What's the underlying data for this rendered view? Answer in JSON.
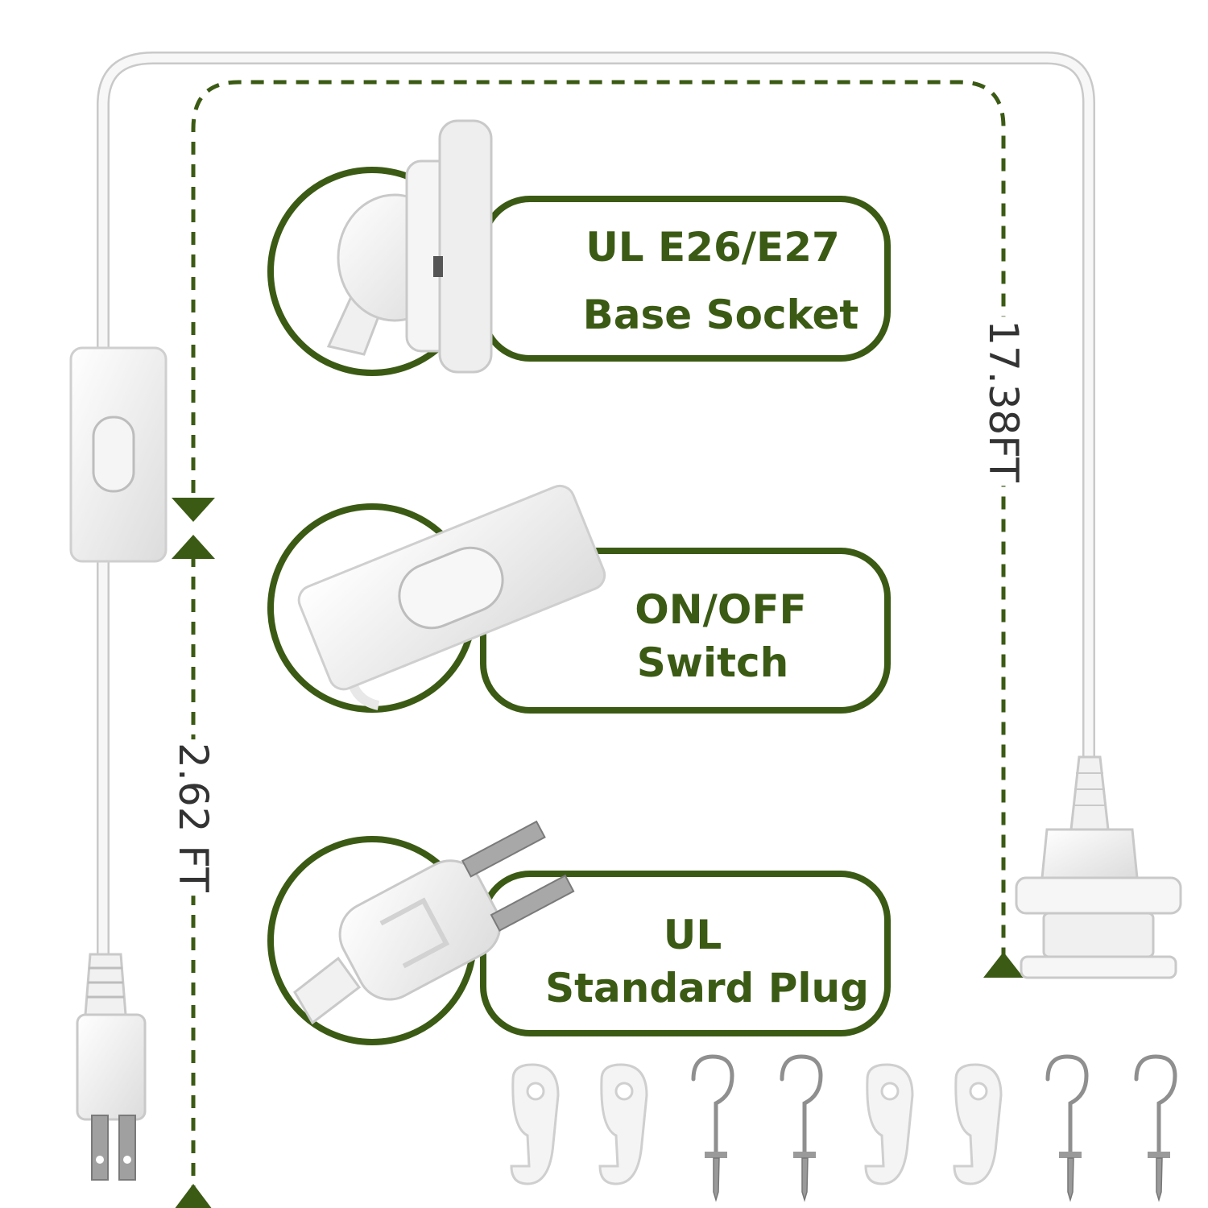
{
  "colors": {
    "accent": "#3b5a14",
    "cord": "#f3f3f3",
    "cord_edge": "#c9c9c9",
    "dimension_text": "#333333",
    "metal": "#9a9a9a"
  },
  "labels": {
    "socket": {
      "line1": "UL E26/E27",
      "line2": "Base Socket"
    },
    "switch": {
      "line1": "ON/OFF",
      "line2": "Switch"
    },
    "plug": {
      "line1": "UL",
      "line2": "Standard Plug"
    }
  },
  "dimensions": {
    "total_length": "17.38FT",
    "switch_to_plug": "2.62 FT"
  },
  "accessories": {
    "items": [
      "cord-clip",
      "cord-clip",
      "cup-hook",
      "cup-hook",
      "cord-clip",
      "cord-clip",
      "cup-hook",
      "cup-hook"
    ]
  }
}
